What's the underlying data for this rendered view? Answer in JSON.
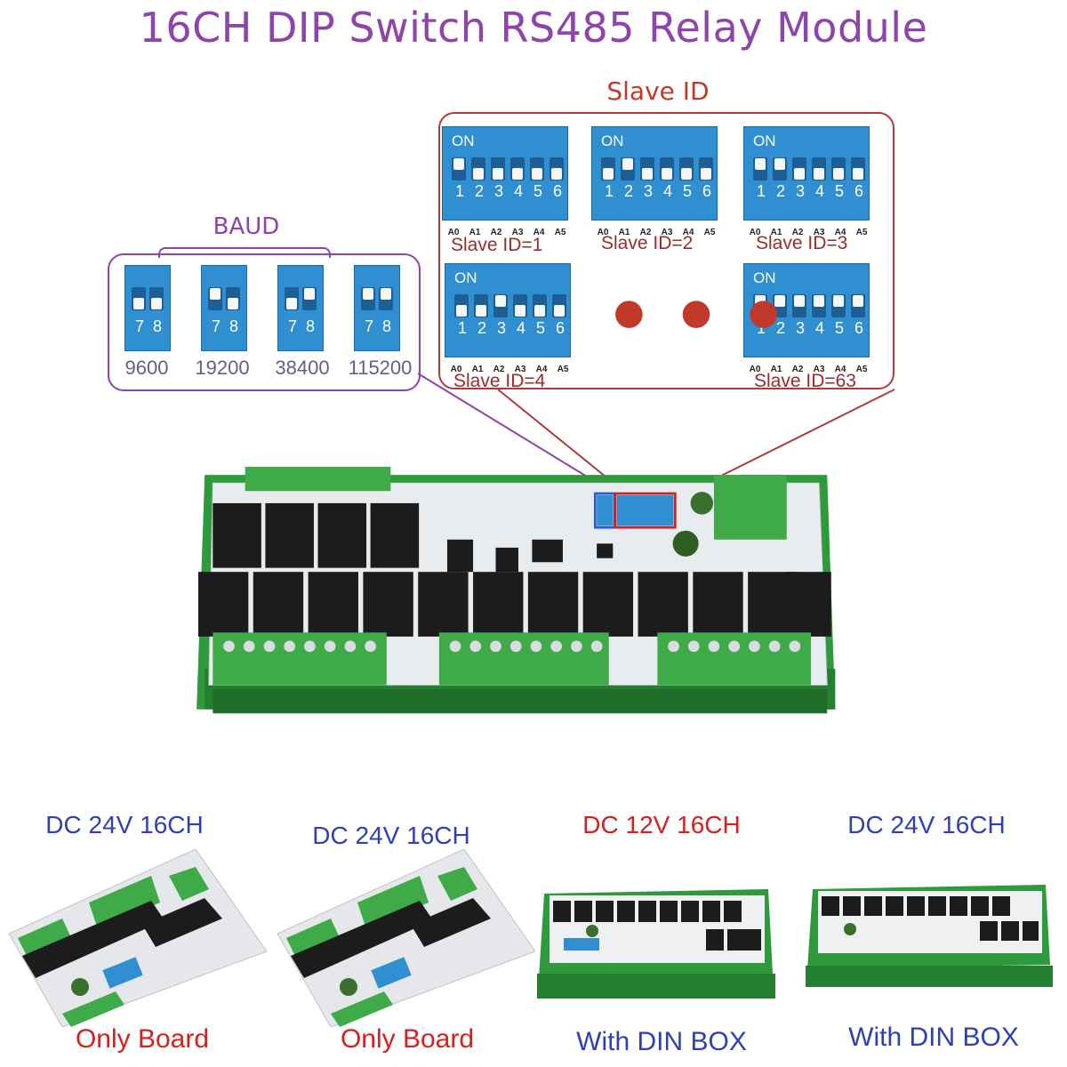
{
  "title": "16CH DIP Switch RS485 Relay Module",
  "slave_id": {
    "label": "Slave ID",
    "on_text": "ON",
    "switch_numbers": [
      "1",
      "2",
      "3",
      "4",
      "5",
      "6"
    ],
    "address_labels": [
      "A0",
      "A1",
      "A2",
      "A3",
      "A4",
      "A5"
    ],
    "examples": [
      {
        "caption": "Slave ID=1",
        "switches_on": [
          1
        ]
      },
      {
        "caption": "Slave ID=2",
        "switches_on": [
          2
        ]
      },
      {
        "caption": "Slave ID=3",
        "switches_on": [
          1,
          2
        ]
      },
      {
        "caption": "Slave ID=4",
        "switches_on": [
          3
        ]
      },
      {
        "caption": "Slave ID=63",
        "switches_on": [
          1,
          2,
          3,
          4,
          5,
          6
        ]
      }
    ],
    "ellipsis": "● ● ●"
  },
  "baud": {
    "label": "BAUD",
    "switch_numbers": [
      "7",
      "8"
    ],
    "options": [
      {
        "caption": "9600",
        "switches_on": []
      },
      {
        "caption": "19200",
        "switches_on": [
          7
        ]
      },
      {
        "caption": "38400",
        "switches_on": [
          8
        ]
      },
      {
        "caption": "115200",
        "switches_on": [
          7,
          8
        ]
      }
    ]
  },
  "colors": {
    "title": "#8e44ad",
    "slave_accent": "#b03a3a",
    "baud_accent": "#8e44ad",
    "variant_blue": "#2e3fb8",
    "variant_red": "#d62020",
    "dip_blue": "#2f8fd1",
    "terminal_green": "#3faa48",
    "din_green": "#2e9a3c"
  },
  "variants": [
    {
      "title": "DC 24V 16CH",
      "caption": "Only Board",
      "title_color": "blue",
      "caption_color": "red"
    },
    {
      "title": "DC 24V 16CH",
      "caption": "Only Board",
      "title_color": "blue",
      "caption_color": "red"
    },
    {
      "title": "DC 12V 16CH",
      "caption": "With DIN BOX",
      "title_color": "red",
      "caption_color": "blue"
    },
    {
      "title": "DC 24V 16CH",
      "caption": "With DIN BOX",
      "title_color": "blue",
      "caption_color": "blue"
    }
  ]
}
